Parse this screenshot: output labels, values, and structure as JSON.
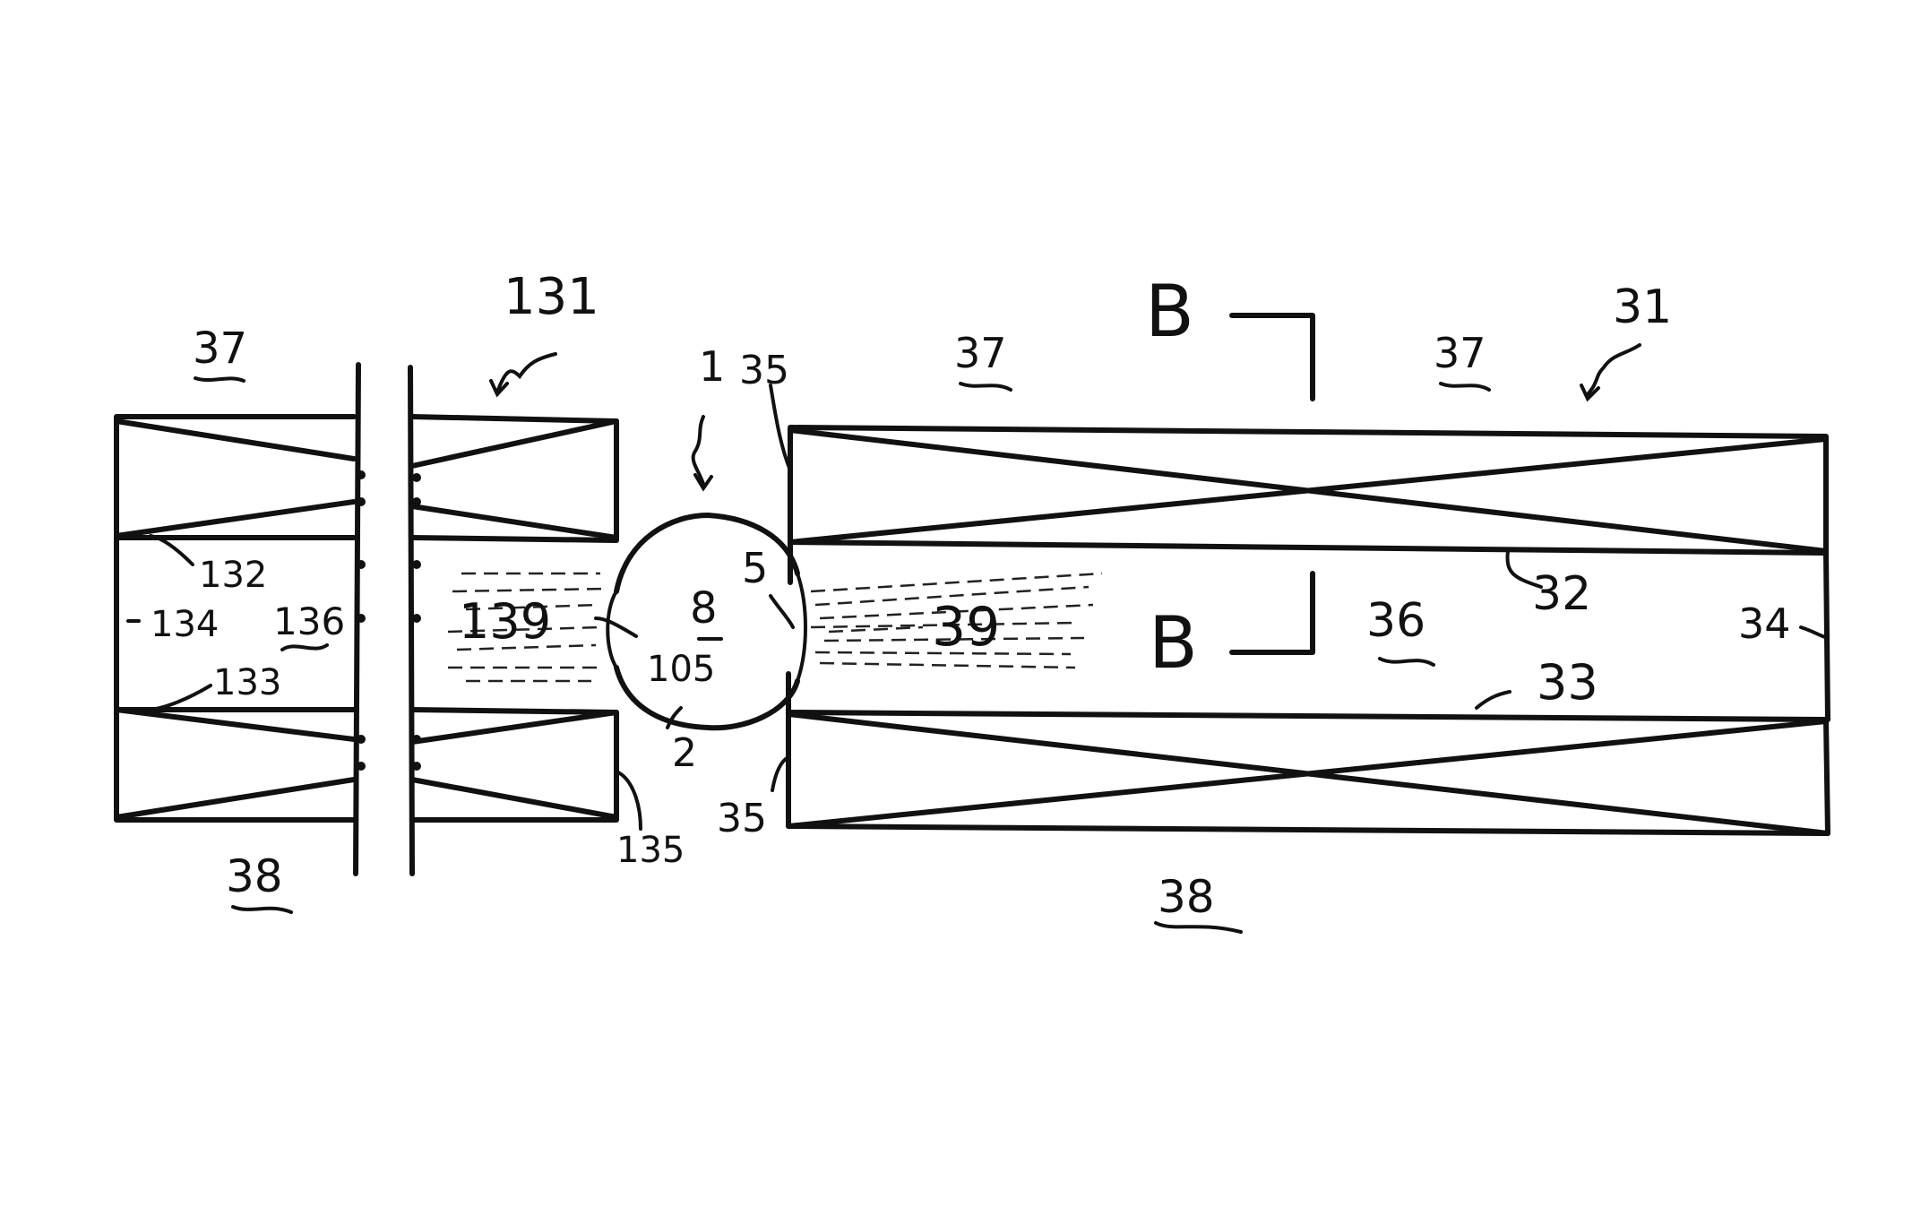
{
  "figure": {
    "labels": {
      "l131": "131",
      "l31": "31",
      "l1": "1",
      "l35_top": "35",
      "l35_bottom": "35",
      "l37_left": "37",
      "l37_mid": "37",
      "l37_right": "37",
      "l38_left": "38",
      "l38_right": "38",
      "lB_top": "B",
      "lB_bottom": "B",
      "l132": "132",
      "l133": "133",
      "l134": "134",
      "l136": "136",
      "l139": "139",
      "l8": "8",
      "l105": "105",
      "l5": "5",
      "l2": "2",
      "l135": "135",
      "l39": "39",
      "l36": "36",
      "l32": "32",
      "l33": "33",
      "l34": "34"
    }
  }
}
